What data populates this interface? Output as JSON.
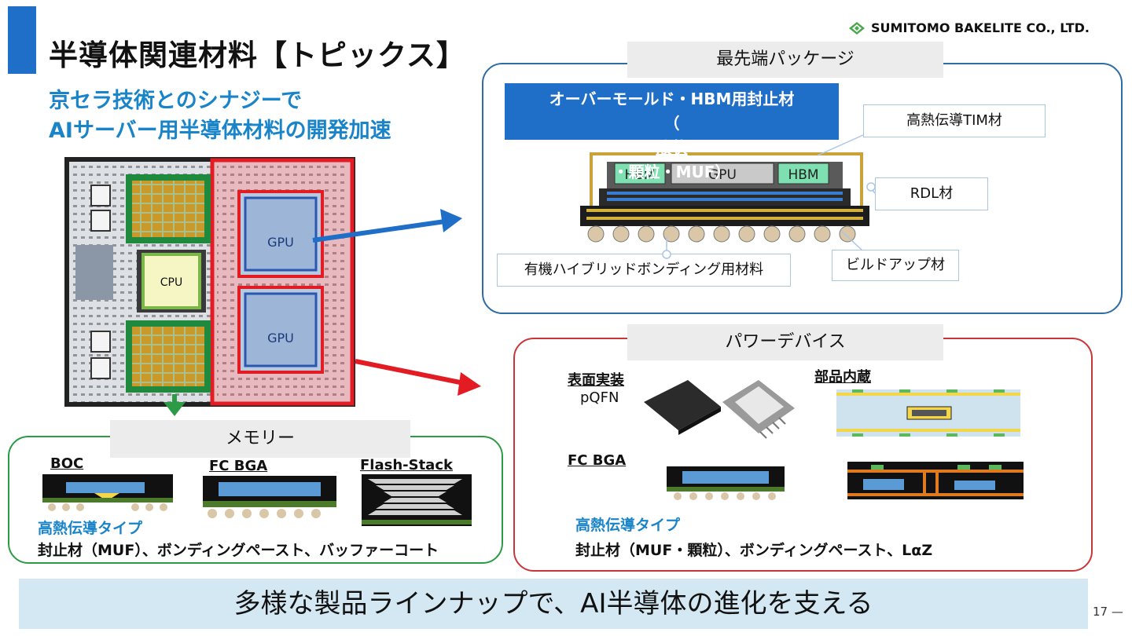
{
  "header": {
    "title": "半導体関連材料【トピックス】",
    "subtitle_line1": "京セラ技術とのシナジーで",
    "subtitle_line2": "AIサーバー用半導体材料の開発加速",
    "company": "SUMITOMO BAKELITE CO., LTD."
  },
  "chip": {
    "cpu_label": "CPU",
    "gpu_label": "GPU"
  },
  "package_section": {
    "label": "最先端パッケージ",
    "highlight_line1": "オーバーモールド・HBM用封止材",
    "highlight_line2_prefix": "（",
    "highlight_line2_underlined": "液状",
    "highlight_line2_suffix": "・顆粒・MUF）",
    "hbm_label": "HBM",
    "gpu_label": "GPU",
    "callout_tim": "高熱伝導TIM材",
    "callout_rdl": "RDL材",
    "callout_hybrid": "有機ハイブリッドボンディング用材料",
    "callout_buildup": "ビルドアップ材"
  },
  "power_section": {
    "label": "パワーデバイス",
    "smt_label": "表面実装",
    "pqfn_label": "pQFN",
    "embedded_label": "部品内蔵",
    "fcbga_label": "FC BGA",
    "heat_type": "高熱伝導タイプ",
    "materials": "封止材（MUF・顆粒）、ボンディングペースト、LαZ"
  },
  "memory_section": {
    "label": "メモリー",
    "boc_label": "BOC",
    "fcbga_label": "FC BGA",
    "flash_label": "Flash-Stack",
    "heat_type": "高熱伝導タイプ",
    "materials": "封止材（MUF）、ボンディングペースト、バッファーコート"
  },
  "footer": {
    "tagline": "多様な製品ラインナップで、AI半導体の進化を支える",
    "page_number": "17 —"
  },
  "colors": {
    "brand_blue": "#1f6ec7",
    "accent_cyan": "#1a84c9",
    "package_border": "#2e6ca4",
    "power_border": "#c8363a",
    "memory_border": "#2d9a45",
    "footer_band": "#d4e8f3"
  }
}
